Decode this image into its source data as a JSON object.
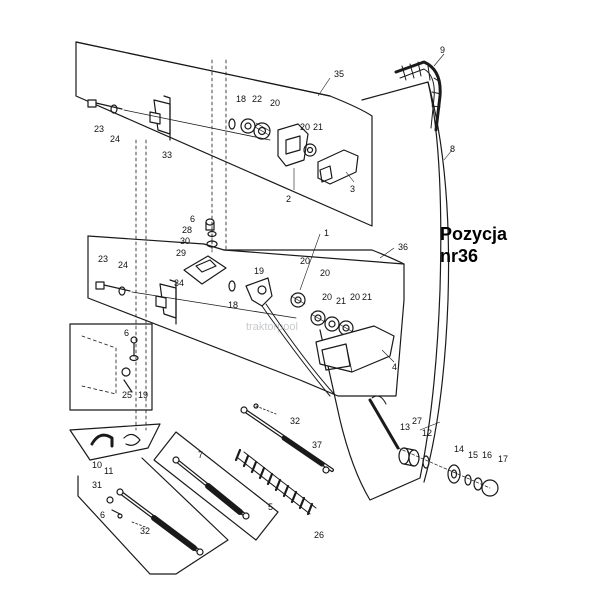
{
  "caption": {
    "line1": "Pozycja",
    "line2": "nr36"
  },
  "watermark": {
    "text": "traktorpool"
  },
  "part_numbers": {
    "p1": "1",
    "p2": "2",
    "p3": "3",
    "p4": "4",
    "p5": "5",
    "p6a": "6",
    "p6b": "6",
    "p6c": "6",
    "p7": "7",
    "p8": "8",
    "p9": "9",
    "p10": "10",
    "p11": "11",
    "p12": "12",
    "p13": "13",
    "p14": "14",
    "p15": "15",
    "p16": "16",
    "p17": "17",
    "p18a": "18",
    "p18b": "18",
    "p19a": "19",
    "p19b": "19",
    "p20a": "20",
    "p20b": "20",
    "p20c": "20",
    "p20d": "20",
    "p20e": "20",
    "p20f": "20",
    "p21a": "21",
    "p21b": "21",
    "p21c": "21",
    "p22": "22",
    "p23a": "23",
    "p23b": "23",
    "p24a": "24",
    "p24b": "24",
    "p25": "25",
    "p26": "26",
    "p27": "27",
    "p28": "28",
    "p29": "29",
    "p30": "30",
    "p31": "31",
    "p32a": "32",
    "p32b": "32",
    "p33": "33",
    "p34": "34",
    "p35": "35",
    "p36": "36",
    "p37": "37"
  },
  "colors": {
    "line": "#1a1a1a",
    "hatch": "#555555"
  }
}
